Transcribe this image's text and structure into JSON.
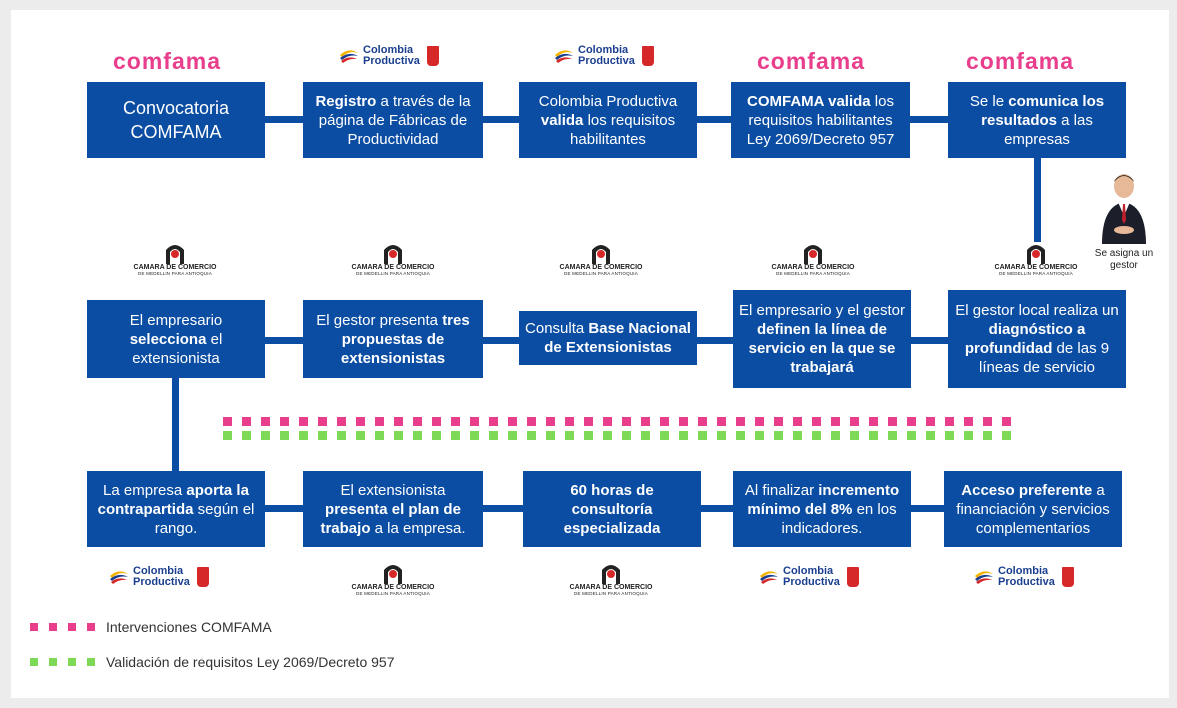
{
  "logos": {
    "comfama": "comfama",
    "colombia_productiva": [
      "Colombia",
      "Productiva"
    ],
    "camara": [
      "CAMARA DE COMERCIO",
      "DE MEDELLIN PARA ANTIOQUIA"
    ]
  },
  "row1": [
    {
      "parts": [
        {
          "t": "Convocatoria\nCOMFAMA",
          "b": false
        }
      ]
    },
    {
      "parts": [
        {
          "t": "Registro",
          "b": true
        },
        {
          "t": " a través de la página de Fábricas de Productividad",
          "b": false
        }
      ]
    },
    {
      "parts": [
        {
          "t": "Colombia Productiva ",
          "b": false
        },
        {
          "t": "valida",
          "b": true
        },
        {
          "t": " los requisitos habilitantes",
          "b": false
        }
      ]
    },
    {
      "parts": [
        {
          "t": "COMFAMA valida",
          "b": true
        },
        {
          "t": " los requisitos habilitantes Ley 2069/Decreto 957",
          "b": false
        }
      ]
    },
    {
      "parts": [
        {
          "t": "Se le ",
          "b": false
        },
        {
          "t": "comunica los resultados",
          "b": true
        },
        {
          "t": " a las empresas",
          "b": false
        }
      ]
    }
  ],
  "row2": [
    {
      "parts": [
        {
          "t": "El empresario ",
          "b": false
        },
        {
          "t": "selecciona",
          "b": true
        },
        {
          "t": " el extensionista",
          "b": false
        }
      ]
    },
    {
      "parts": [
        {
          "t": "El gestor presenta ",
          "b": false
        },
        {
          "t": "tres propuestas de extensionistas",
          "b": true
        }
      ]
    },
    {
      "parts": [
        {
          "t": "Consulta ",
          "b": false
        },
        {
          "t": "Base Nacional de Extensionistas",
          "b": true
        }
      ]
    },
    {
      "parts": [
        {
          "t": "El empresario y el gestor ",
          "b": false
        },
        {
          "t": "definen la línea de servicio en la que se trabajará",
          "b": true
        }
      ]
    },
    {
      "parts": [
        {
          "t": "El gestor local realiza un ",
          "b": false
        },
        {
          "t": "diagnóstico a profundidad",
          "b": true
        },
        {
          "t": " de las 9 líneas de servicio",
          "b": false
        }
      ]
    }
  ],
  "row3": [
    {
      "parts": [
        {
          "t": "La empresa ",
          "b": false
        },
        {
          "t": "aporta la contrapartida",
          "b": true
        },
        {
          "t": " según el rango.",
          "b": false
        }
      ]
    },
    {
      "parts": [
        {
          "t": "El extensionista ",
          "b": false
        },
        {
          "t": "presenta el plan de trabajo",
          "b": true
        },
        {
          "t": " a la empresa.",
          "b": false
        }
      ]
    },
    {
      "parts": [
        {
          "t": "60 horas de consultoría especializada",
          "b": true
        }
      ]
    },
    {
      "parts": [
        {
          "t": "Al finalizar ",
          "b": false
        },
        {
          "t": "incremento mínimo del 8%",
          "b": true
        },
        {
          "t": " en los indicadores.",
          "b": false
        }
      ]
    },
    {
      "parts": [
        {
          "t": "Acceso preferente",
          "b": true
        },
        {
          "t": " a financiación y servicios complementarios",
          "b": false
        }
      ]
    }
  ],
  "gestor_label": "Se asigna un gestor",
  "legend": [
    {
      "label": "Intervenciones COMFAMA",
      "color": "#e83e8c"
    },
    {
      "label": "Validación de requisitos Ley 2069/Decreto 957",
      "color": "#7ed957"
    }
  ],
  "colors": {
    "box": "#0a4da3",
    "comfama": "#e83e8c",
    "validation": "#7ed957"
  }
}
